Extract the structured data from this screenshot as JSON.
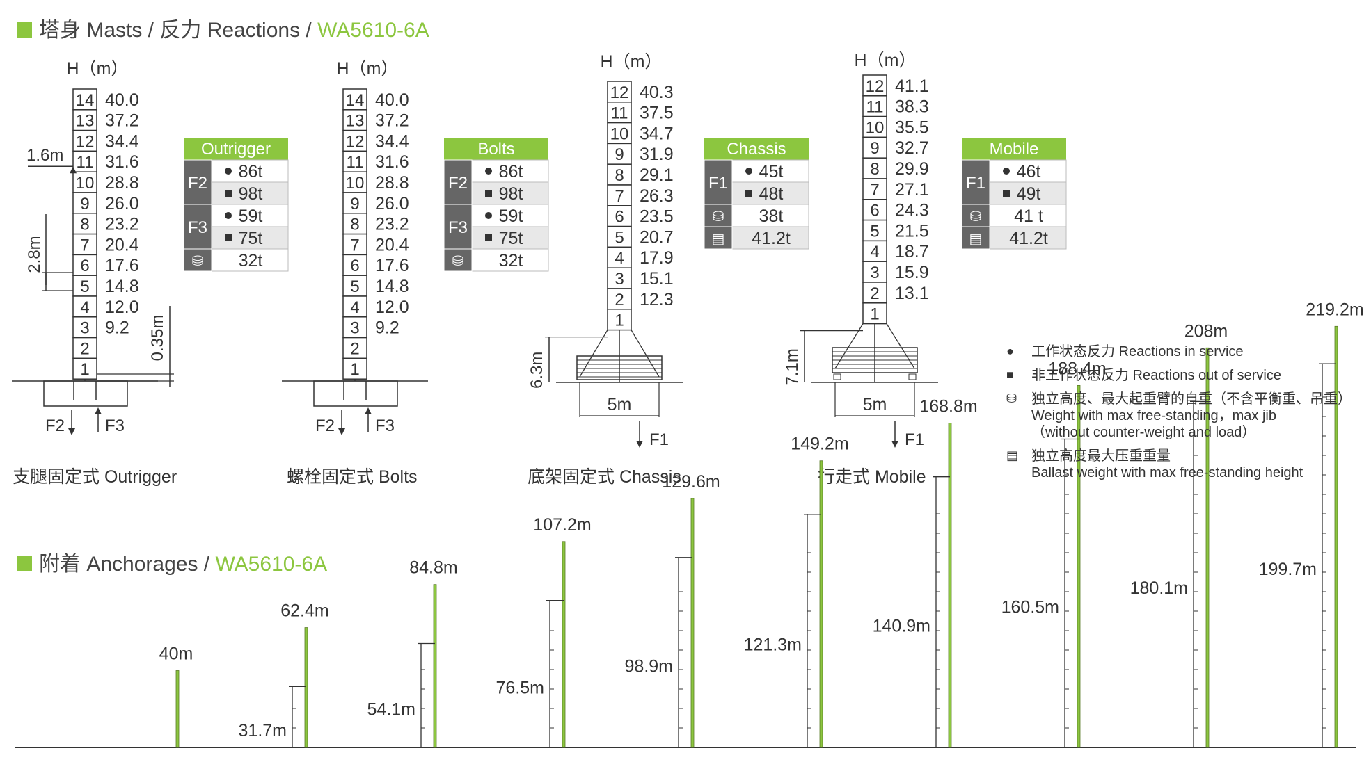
{
  "masts_title": {
    "cn": "塔身 Masts / 反力 Reactions / ",
    "model": "WA5610-6A"
  },
  "anch_title": {
    "cn": "附着 Anchorages / ",
    "model": "WA5610-6A"
  },
  "colors": {
    "accent": "#8cc63f",
    "label_dark": "#666666",
    "row_alt": "#e8e8e8",
    "line": "#333333"
  },
  "diagrams": [
    {
      "key": "outrigger",
      "caption": "支腿固定式 Outrigger",
      "h_label": "H（m）",
      "sections": [
        "14",
        "13",
        "12",
        "11",
        "10",
        "9",
        "8",
        "7",
        "6",
        "5",
        "4",
        "3",
        "2",
        "1"
      ],
      "heights": [
        "40.0",
        "37.2",
        "34.4",
        "31.6",
        "28.8",
        "26.0",
        "23.2",
        "20.4",
        "17.6",
        "14.8",
        "12.0",
        "9.2"
      ],
      "dims": [
        "1.6m",
        "2.8m",
        "0.35m"
      ],
      "forces": [
        "F2",
        "F3"
      ]
    },
    {
      "key": "bolts",
      "caption": "螺栓固定式 Bolts",
      "h_label": "H（m）",
      "sections": [
        "14",
        "13",
        "12",
        "11",
        "10",
        "9",
        "8",
        "7",
        "6",
        "5",
        "4",
        "3",
        "2",
        "1"
      ],
      "heights": [
        "40.0",
        "37.2",
        "34.4",
        "31.6",
        "28.8",
        "26.0",
        "23.2",
        "20.4",
        "17.6",
        "14.8",
        "12.0",
        "9.2"
      ],
      "dims": [],
      "forces": [
        "F2",
        "F3"
      ]
    },
    {
      "key": "chassis",
      "caption": "底架固定式 Chassis",
      "h_label": "H（m）",
      "sections": [
        "12",
        "11",
        "10",
        "9",
        "8",
        "7",
        "6",
        "5",
        "4",
        "3",
        "2",
        "1"
      ],
      "heights": [
        "40.3",
        "37.5",
        "34.7",
        "31.9",
        "29.1",
        "26.3",
        "23.5",
        "20.7",
        "17.9",
        "15.1",
        "12.3"
      ],
      "dims": [
        "6.3m",
        "5m"
      ],
      "forces": [
        "F1"
      ]
    },
    {
      "key": "mobile",
      "caption": "行走式 Mobile",
      "h_label": "H（m）",
      "sections": [
        "12",
        "11",
        "10",
        "9",
        "8",
        "7",
        "6",
        "5",
        "4",
        "3",
        "2",
        "1"
      ],
      "heights": [
        "41.1",
        "38.3",
        "35.5",
        "32.7",
        "29.9",
        "27.1",
        "24.3",
        "21.5",
        "18.7",
        "15.9",
        "13.1"
      ],
      "dims": [
        "7.1m",
        "5m"
      ],
      "forces": [
        "F1"
      ]
    }
  ],
  "tables": [
    {
      "title": "Outrigger",
      "rows": [
        {
          "group": "F2",
          "sym": "●",
          "val": "86t"
        },
        {
          "group": "F2",
          "sym": "■",
          "val": "98t"
        },
        {
          "group": "F3",
          "sym": "●",
          "val": "59t"
        },
        {
          "group": "F3",
          "sym": "■",
          "val": "75t"
        },
        {
          "group": "",
          "sym": "weight-icon",
          "val": "32t"
        }
      ]
    },
    {
      "title": "Bolts",
      "rows": [
        {
          "group": "F2",
          "sym": "●",
          "val": "86t"
        },
        {
          "group": "F2",
          "sym": "■",
          "val": "98t"
        },
        {
          "group": "F3",
          "sym": "●",
          "val": "59t"
        },
        {
          "group": "F3",
          "sym": "■",
          "val": "75t"
        },
        {
          "group": "",
          "sym": "weight-icon",
          "val": "32t"
        }
      ]
    },
    {
      "title": "Chassis",
      "rows": [
        {
          "group": "F1",
          "sym": "●",
          "val": "45t"
        },
        {
          "group": "F1",
          "sym": "■",
          "val": "48t"
        },
        {
          "group": "",
          "sym": "weight-icon",
          "val": "38t"
        },
        {
          "group": "",
          "sym": "ballast-icon",
          "val": "41.2t"
        }
      ]
    },
    {
      "title": "Mobile",
      "rows": [
        {
          "group": "F1",
          "sym": "●",
          "val": "46t"
        },
        {
          "group": "F1",
          "sym": "■",
          "val": "49t"
        },
        {
          "group": "",
          "sym": "weight-icon",
          "val": "41 t"
        },
        {
          "group": "",
          "sym": "ballast-icon",
          "val": "41.2t"
        }
      ]
    }
  ],
  "legend": [
    {
      "sym": "●",
      "icon": "dot-icon",
      "lines": [
        "工作状态反力  Reactions in service"
      ]
    },
    {
      "sym": "■",
      "icon": "square-icon",
      "lines": [
        "非工作状态反力  Reactions out of service"
      ]
    },
    {
      "sym": "⛁",
      "icon": "weight-icon",
      "lines": [
        "独立高度、最大起重臂的自重（不含平衡重、吊重）",
        "Weight with max free-standing，max jib",
        "（without counter-weight and load）"
      ]
    },
    {
      "sym": "▤",
      "icon": "ballast-icon",
      "lines": [
        "独立高度最大压重重量",
        "Ballast weight with max free-standing height"
      ]
    }
  ],
  "anchorages": [
    {
      "total": "40m",
      "anchor": ""
    },
    {
      "total": "62.4m",
      "anchor": "31.7m"
    },
    {
      "total": "84.8m",
      "anchor": "54.1m"
    },
    {
      "total": "107.2m",
      "anchor": "76.5m"
    },
    {
      "total": "129.6m",
      "anchor": "98.9m"
    },
    {
      "total": "149.2m",
      "anchor": "121.3m"
    },
    {
      "total": "168.8m",
      "anchor": "140.9m"
    },
    {
      "total": "188.4m",
      "anchor": "160.5m"
    },
    {
      "total": "208m",
      "anchor": "180.1m"
    },
    {
      "total": "219.2m",
      "anchor": "199.7m"
    }
  ]
}
